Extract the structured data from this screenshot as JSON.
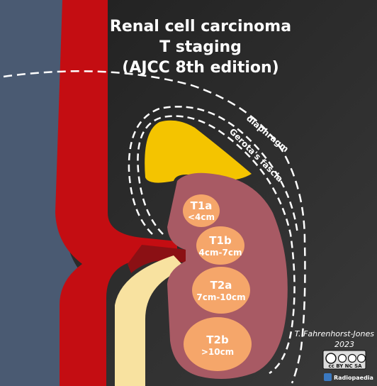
{
  "title": {
    "line1": "Renal cell carcinoma",
    "line2": "T staging",
    "line3": "(AJCC 8th edition)"
  },
  "labels": {
    "diaphragm": "diaphragm",
    "gerota": "Gerota's fascia"
  },
  "stages": [
    {
      "name": "T1a",
      "size": "<4cm"
    },
    {
      "name": "T1b",
      "size": "4cm-7cm"
    },
    {
      "name": "T2a",
      "size": "7cm-10cm"
    },
    {
      "name": "T2b",
      "size": ">10cm"
    }
  ],
  "credit": {
    "author": "T. Fahrenhorst-Jones",
    "year": "2023",
    "license": "cc BY NC SA",
    "brand": "Radiopaedia"
  },
  "colors": {
    "background": "#2b2b2b",
    "ivc": "#4a5a72",
    "aorta": "#c40d12",
    "adrenal": "#f4c400",
    "kidney": "#a85a64",
    "tumor": "#f5a66a",
    "fat": "#f8e2a0"
  }
}
